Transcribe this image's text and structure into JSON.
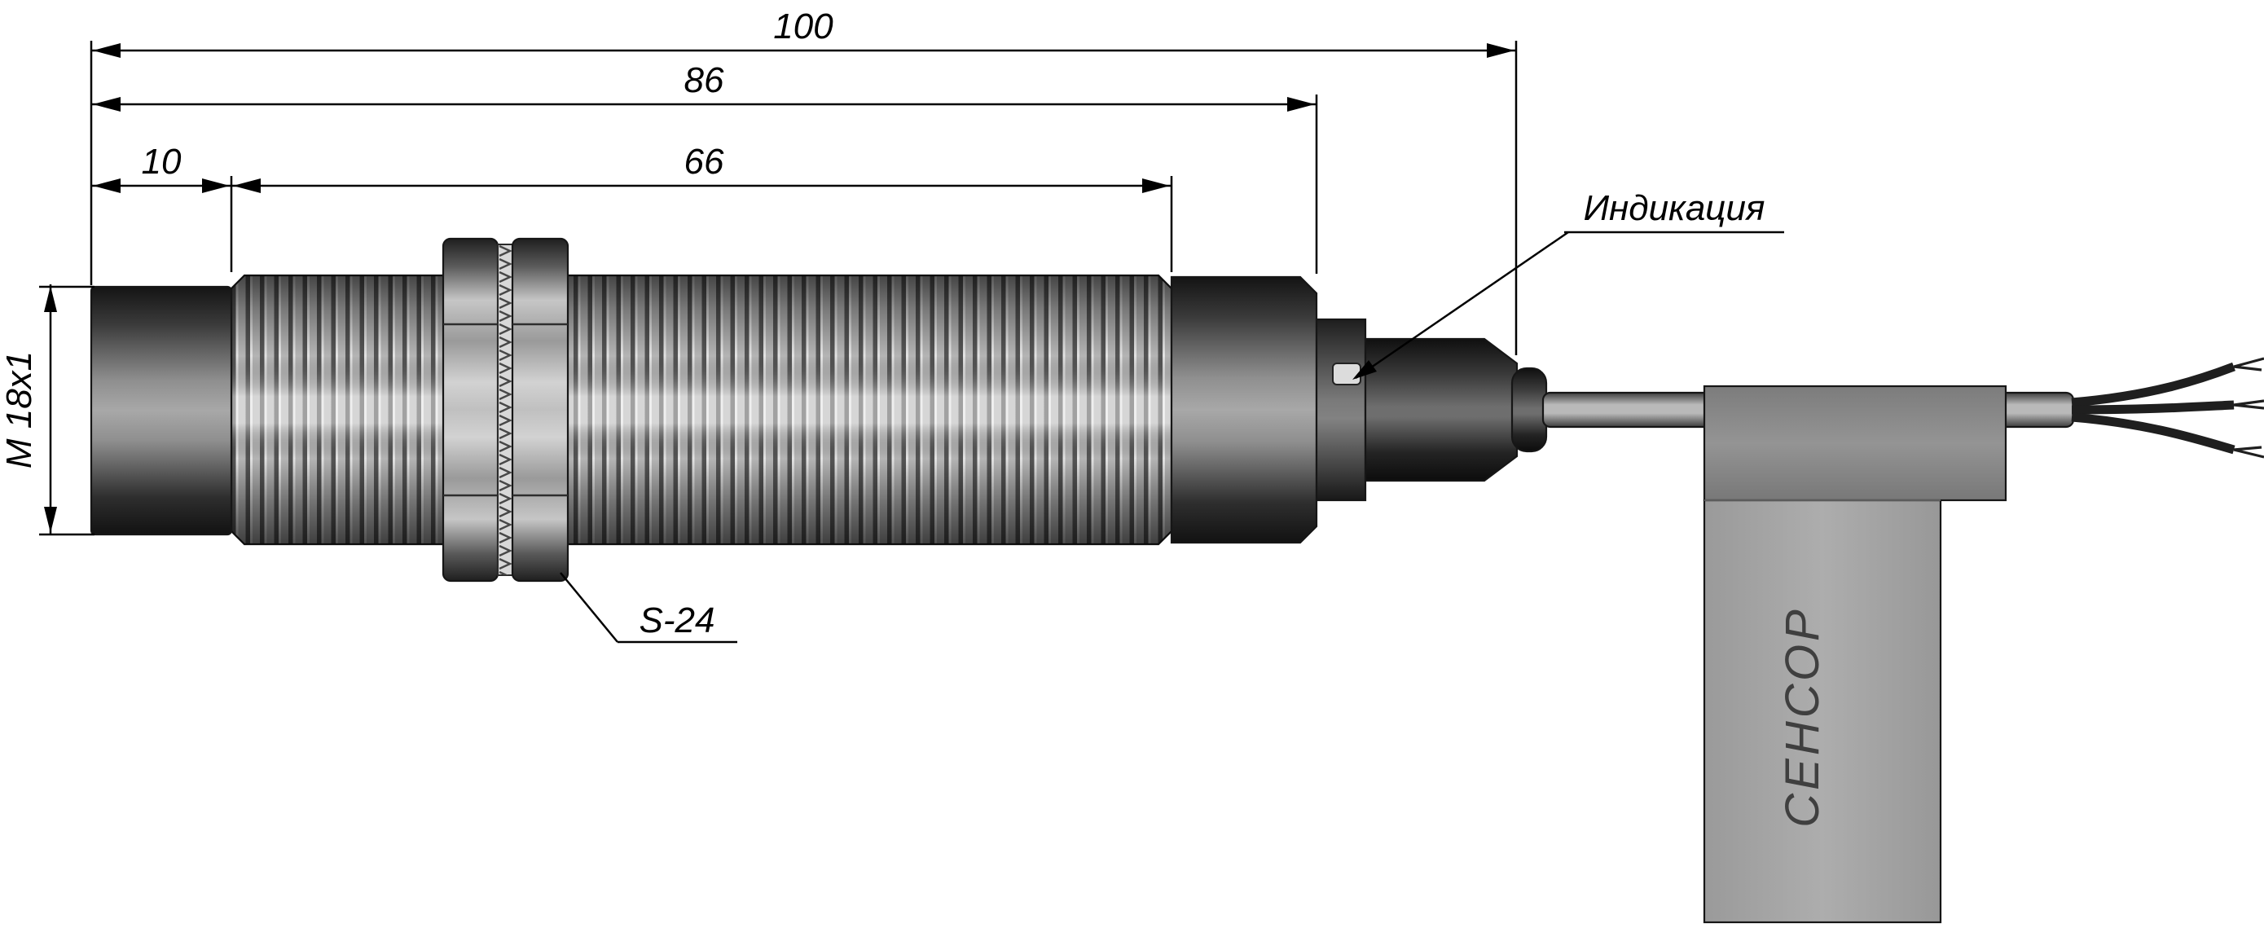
{
  "drawing": {
    "dimensions": {
      "overall_length": "100",
      "body_length": "86",
      "thread_length": "66",
      "face_length": "10",
      "thread_spec": "М 18х1",
      "wrench_size": "S-24"
    },
    "labels": {
      "indication": "Индикация",
      "tag_text": "СЕНСОР"
    },
    "colors": {
      "background": "#ffffff",
      "line": "#000000",
      "metal_dark": "#2b2b2b",
      "metal_light": "#b4b4b4",
      "tag_gray": "#a3a3a3"
    }
  }
}
